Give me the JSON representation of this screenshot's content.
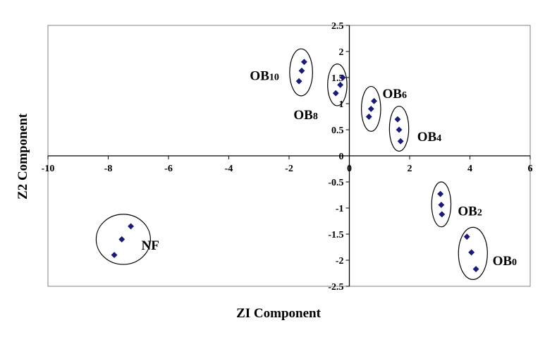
{
  "chart_data": {
    "type": "scatter",
    "title": "",
    "xlabel": "ZI Component",
    "ylabel": "Z2 Component",
    "xlim": [
      -10,
      6
    ],
    "ylim": [
      -2.5,
      2.5
    ],
    "x_ticks": [
      -10,
      -8,
      -6,
      -4,
      -2,
      0,
      2,
      4,
      6
    ],
    "y_ticks": [
      -2.5,
      -2,
      -1.5,
      -1,
      -0.5,
      0,
      0.5,
      1,
      1.5,
      2,
      2.5
    ],
    "grid": false,
    "marker_color": "#1a1a7a",
    "marker_shape": "diamond",
    "clusters": [
      {
        "label_base": "NF",
        "label_sub": "",
        "center": [
          -7.5,
          -1.6
        ],
        "radius": [
          0.9,
          0.48
        ],
        "label_at": [
          -6.9,
          -1.7
        ],
        "points": [
          [
            -7.25,
            -1.35
          ],
          [
            -7.55,
            -1.6
          ],
          [
            -7.8,
            -1.9
          ]
        ]
      },
      {
        "label_base": "OB",
        "label_sub": "10",
        "center": [
          -1.6,
          1.6
        ],
        "radius": [
          0.38,
          0.45
        ],
        "label_at": [
          -3.3,
          1.55
        ],
        "points": [
          [
            -1.5,
            1.8
          ],
          [
            -1.58,
            1.63
          ],
          [
            -1.67,
            1.43
          ]
        ]
      },
      {
        "label_base": "OB",
        "label_sub": "8",
        "center": [
          -0.4,
          1.36
        ],
        "radius": [
          0.32,
          0.4
        ],
        "label_at": [
          -1.85,
          0.8
        ],
        "points": [
          [
            -0.22,
            1.5
          ],
          [
            -0.3,
            1.36
          ],
          [
            -0.45,
            1.2
          ]
        ]
      },
      {
        "label_base": "OB",
        "label_sub": "6",
        "center": [
          0.72,
          0.9
        ],
        "radius": [
          0.32,
          0.43
        ],
        "label_at": [
          1.1,
          1.2
        ],
        "points": [
          [
            0.82,
            1.05
          ],
          [
            0.72,
            0.9
          ],
          [
            0.65,
            0.75
          ]
        ]
      },
      {
        "label_base": "OB",
        "label_sub": "4",
        "center": [
          1.65,
          0.52
        ],
        "radius": [
          0.32,
          0.43
        ],
        "label_at": [
          2.25,
          0.38
        ],
        "points": [
          [
            1.6,
            0.7
          ],
          [
            1.65,
            0.5
          ],
          [
            1.7,
            0.28
          ]
        ]
      },
      {
        "label_base": "OB",
        "label_sub": "2",
        "center": [
          3.05,
          -0.93
        ],
        "radius": [
          0.32,
          0.43
        ],
        "label_at": [
          3.6,
          -1.05
        ],
        "points": [
          [
            3.02,
            -0.73
          ],
          [
            3.05,
            -0.94
          ],
          [
            3.07,
            -1.12
          ]
        ]
      },
      {
        "label_base": "OB",
        "label_sub": "0",
        "center": [
          4.1,
          -1.87
        ],
        "radius": [
          0.48,
          0.5
        ],
        "label_at": [
          4.75,
          -2.0
        ],
        "points": [
          [
            3.9,
            -1.55
          ],
          [
            4.05,
            -1.85
          ],
          [
            4.2,
            -2.17
          ]
        ]
      }
    ]
  }
}
